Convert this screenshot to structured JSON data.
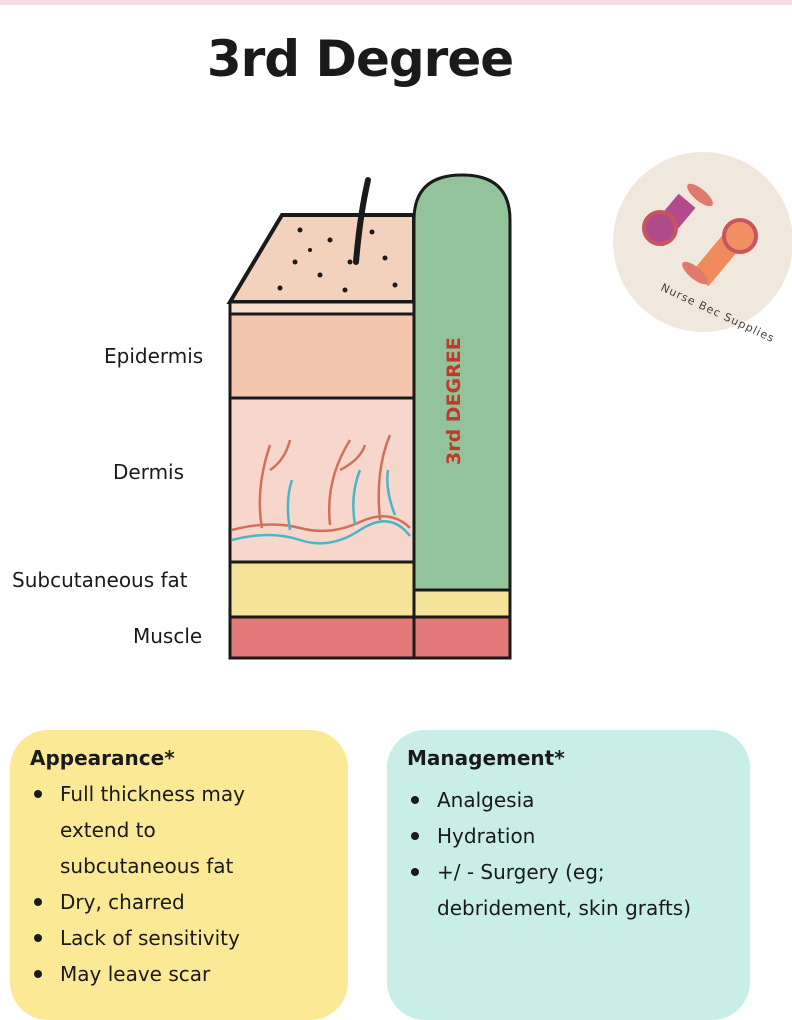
{
  "title": "3rd Degree",
  "diagram": {
    "column_label": "3rd DEGREE",
    "layers": [
      "Epidermis",
      "Dermis",
      "Subcutaneous fat",
      "Muscle"
    ]
  },
  "logo": {
    "text": "Nurse Bec Supplies"
  },
  "appearance": {
    "heading": "Appearance*",
    "items": [
      "Full thickness may extend to subcutaneous fat",
      "Dry, charred",
      "Lack of sensitivity",
      "May leave scar"
    ]
  },
  "management": {
    "heading": "Management*",
    "items": [
      "Analgesia",
      "Hydration",
      "+/ - Surgery (eg; debridement, skin grafts)"
    ]
  },
  "colors": {
    "yellow": "#fbe995",
    "teal": "#c9ede7",
    "green": "#93c39b",
    "red_text": "#c0392b"
  }
}
